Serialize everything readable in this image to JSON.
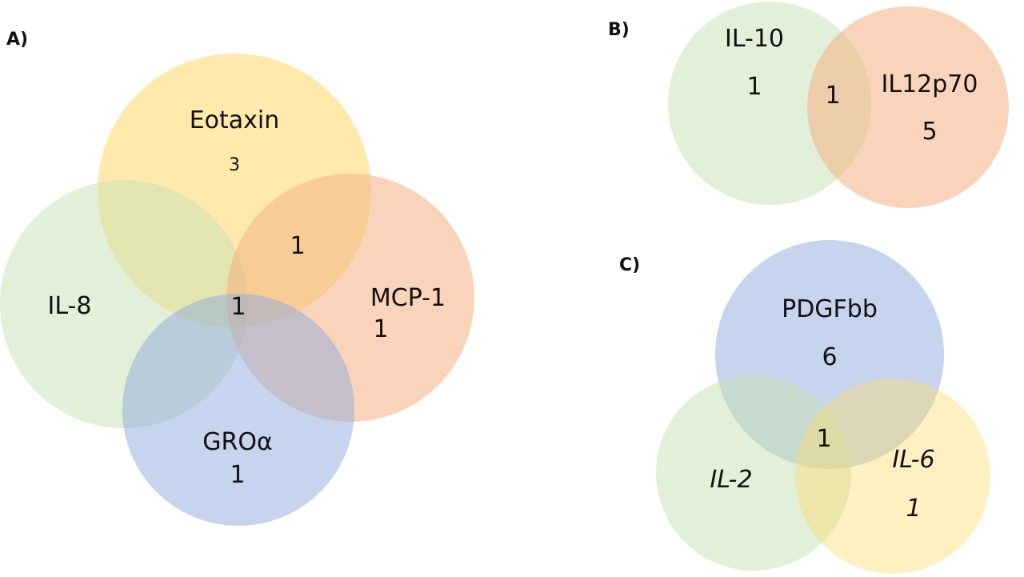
{
  "colors": {
    "yellow": "#FFD966",
    "green": "#C5E0B4",
    "orange": "#F4B183",
    "blue": "#8FAADC"
  },
  "panels": {
    "a": {
      "label": "A)",
      "sets": {
        "eotaxin": "Eotaxin",
        "il8": "IL-8",
        "mcp1": "MCP-1",
        "groa": "GROα"
      },
      "counts": {
        "eotaxin_only": "3",
        "eotaxin_mcp1": "1",
        "center": "1",
        "mcp1_only": "1",
        "groa_only": "1"
      }
    },
    "b": {
      "label": "B)",
      "sets": {
        "il10": "IL-10",
        "il12p70": "IL12p70"
      },
      "counts": {
        "il10_only": "1",
        "overlap": "1",
        "il12p70_only": "5"
      }
    },
    "c": {
      "label": "C)",
      "sets": {
        "pdgfbb": "PDGFbb",
        "il2": "IL-2",
        "il6": "IL-6"
      },
      "counts": {
        "pdgfbb_only": "6",
        "center": "1",
        "il6_only": "1"
      }
    }
  }
}
